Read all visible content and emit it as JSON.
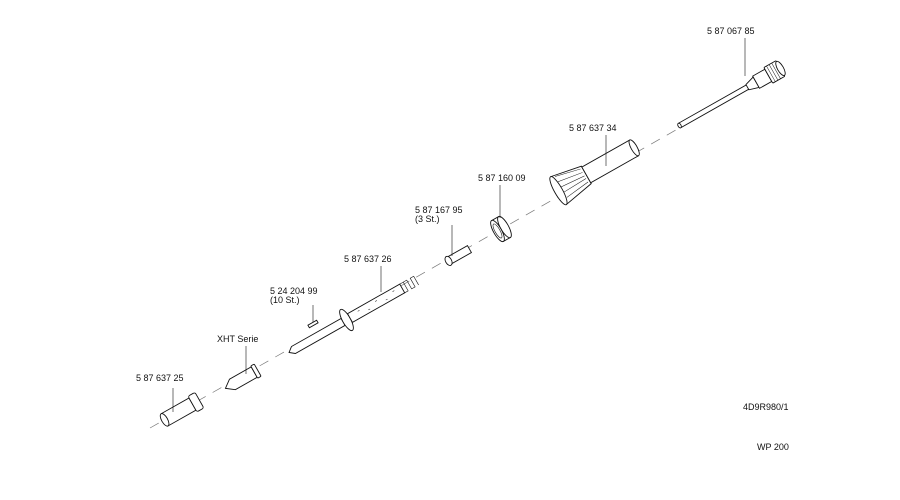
{
  "parts": [
    {
      "id": "tip-holder",
      "number": "5 87 637 25"
    },
    {
      "id": "tip",
      "number": "XHT Serie"
    },
    {
      "id": "heating-element",
      "number": "5 87 637 26"
    },
    {
      "id": "pin",
      "number": "5 24 204 99",
      "qty": "(10 St.)"
    },
    {
      "id": "sleeve",
      "number": "5 87 167 95",
      "qty": "(3 St.)"
    },
    {
      "id": "nut",
      "number": "5 87 160 09"
    },
    {
      "id": "handle",
      "number": "5 87 637 34"
    },
    {
      "id": "cable",
      "number": "5 87 067 85"
    }
  ],
  "drawing_number": "4D9R980/1",
  "model": "WP 200"
}
